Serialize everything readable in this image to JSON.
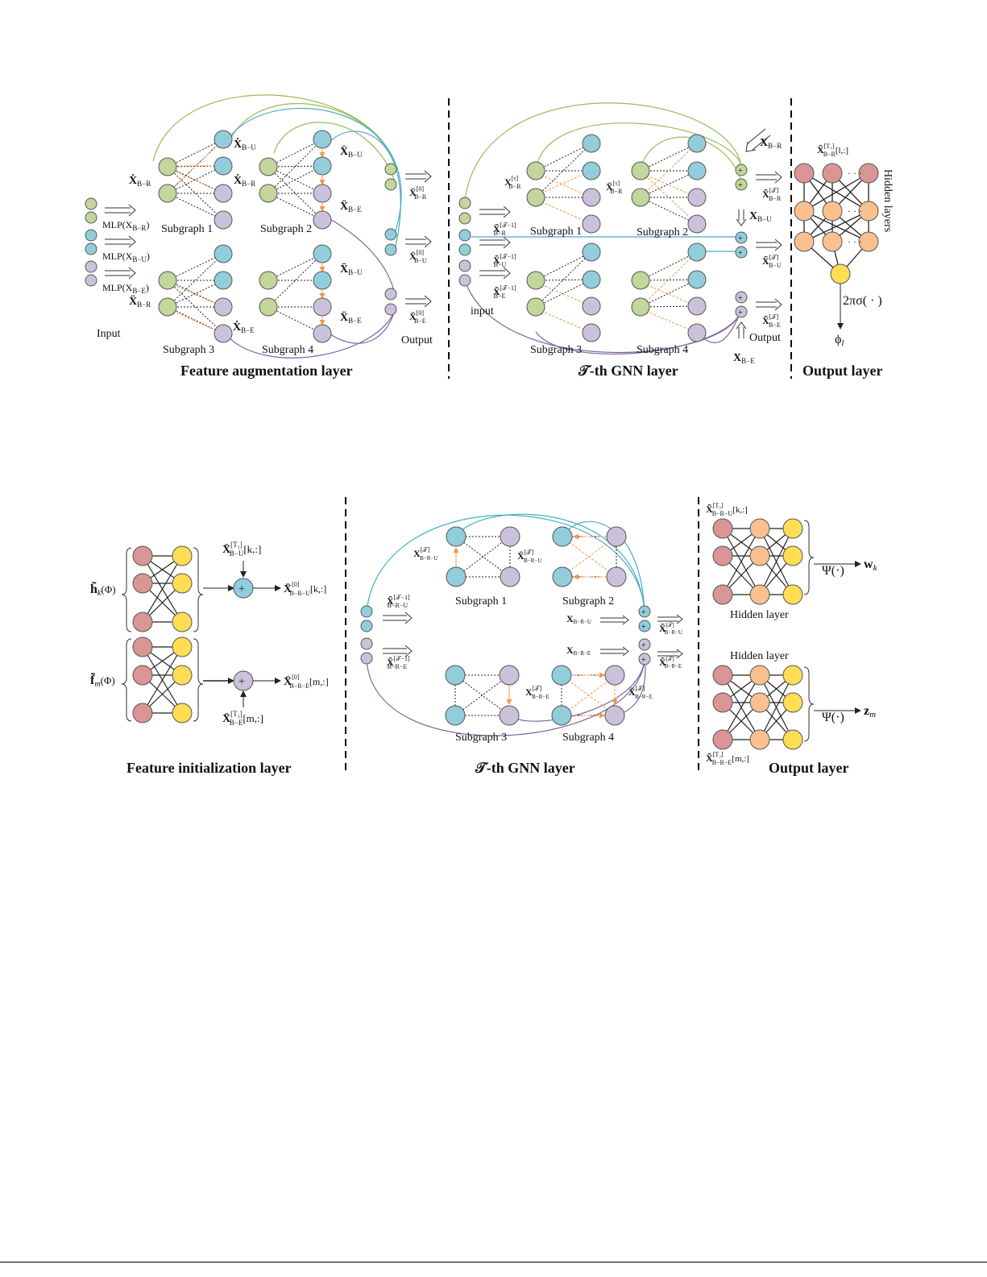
{
  "colors": {
    "green": "#c3d69b",
    "blue": "#92cddc",
    "purple": "#ccc1da",
    "red": "#d99694",
    "orange": "#fac08f",
    "yellow": "#ffdd55",
    "edge_orange": "#f79646",
    "line_green": "#9bbb59",
    "line_blue": "#4bacc6",
    "line_purple": "#8064a2"
  },
  "top": {
    "panel1": {
      "title": "Feature augmentation layer",
      "input_label": "Input",
      "output_label": "Output",
      "mlp_r": "MLP(X",
      "mlp_r_sub": "B−R",
      "mlp_u": "MLP(X",
      "mlp_u_sub": "B−U",
      "mlp_e": "MLP(X",
      "mlp_e_sub": "B−E",
      "subgraphs": [
        "Subgraph 1",
        "Subgraph 2",
        "Subgraph 3",
        "Subgraph 4"
      ],
      "xdot_br": "Ẋ",
      "xdot_bu": "Ẋ",
      "xdot_be": "Ẋ",
      "xddot_br": "Ẍ",
      "xddot_bu": "Ẍ",
      "xddot_be": "Ẍ",
      "sub_br": "B−R",
      "sub_bu": "B−U",
      "sub_be": "B−E",
      "out_r": "X̄",
      "out_u": "X̄",
      "out_e": "X̄",
      "sup0": "[0]"
    },
    "panel2": {
      "title": "𝒯-th GNN layer",
      "input_label": "input",
      "output_label": "Output",
      "subgraphs": [
        "Subgraph 1",
        "Subgraph 2",
        "Subgraph 3",
        "Subgraph 4"
      ],
      "in_r": "X̃",
      "in_u": "X̃",
      "in_e": "X̃",
      "sup_prev": "[𝒯−1]",
      "sup_t": "[𝒯]",
      "sup_tau": "[τ]",
      "x_br": "X",
      "x_bu": "X",
      "x_be": "X",
      "sub_br": "B−R",
      "sub_bu": "B−U",
      "sub_be": "B−E",
      "xund_br": "X",
      "xbar_br": "X̄"
    },
    "panel3": {
      "title": "Output layer",
      "hidden_label": "Hidden layers",
      "top_label": "X̃",
      "top_sup": "[T₁]",
      "top_sub": "B−R",
      "top_idx": "[l,:]",
      "activation": "2πσ( · )",
      "output_symbol": "ϕ",
      "output_sub": "l"
    }
  },
  "bottom": {
    "panel1": {
      "title": "Feature initialization layer",
      "h_label": "h̃",
      "h_sub": "k",
      "h_arg": "(Φ)",
      "f_label": "f̃",
      "f_sub": "m",
      "f_arg": "(Φ)",
      "add_u": "X̄",
      "add_u_sup": "[T₁]",
      "add_u_sub": "B−U",
      "add_u_idx": "[k,:]",
      "add_e": "X̄",
      "add_e_sup": "[T₁]",
      "add_e_sub": "B−E",
      "add_e_idx": "[m,:]",
      "out_u": "X̄",
      "out_u_sup": "[0]",
      "out_u_sub": "B−R−U",
      "out_u_idx": "[k,:]",
      "out_e": "X̄",
      "out_e_sup": "[0]",
      "out_e_sub": "B−R−E",
      "out_e_idx": "[m,:]"
    },
    "panel2": {
      "title": "𝒯-th GNN layer",
      "subgraphs": [
        "Subgraph 1",
        "Subgraph 2",
        "Subgraph 3",
        "Subgraph 4"
      ],
      "in_u": "X̃",
      "in_u_sup": "[𝒯−1]",
      "in_u_sub": "B−R−U",
      "in_e": "X̃",
      "in_e_sup": "[𝒯−1]",
      "in_e_sub": "B−R−E",
      "x_u": "X",
      "x_u_sub": "B−R−U",
      "x_e": "X",
      "x_e_sub": "B−R−E",
      "sup_t": "[𝒯]",
      "xund": "X",
      "xbar": "X̄"
    },
    "panel3": {
      "title": "Output layer",
      "hidden_label_1": "Hidden layer",
      "hidden_label_2": "Hidden layer",
      "top_label": "X̃",
      "top_sup": "[T₂]",
      "top_sub": "B−R−U",
      "top_idx": "[k,:]",
      "bot_label": "X̃",
      "bot_sup": "[T₂]",
      "bot_sub": "B−R−E",
      "bot_idx": "[m,:]",
      "psi": "Ψ(·)",
      "w_out": "w",
      "w_sub": "k",
      "z_out": "z",
      "z_sub": "m"
    }
  }
}
